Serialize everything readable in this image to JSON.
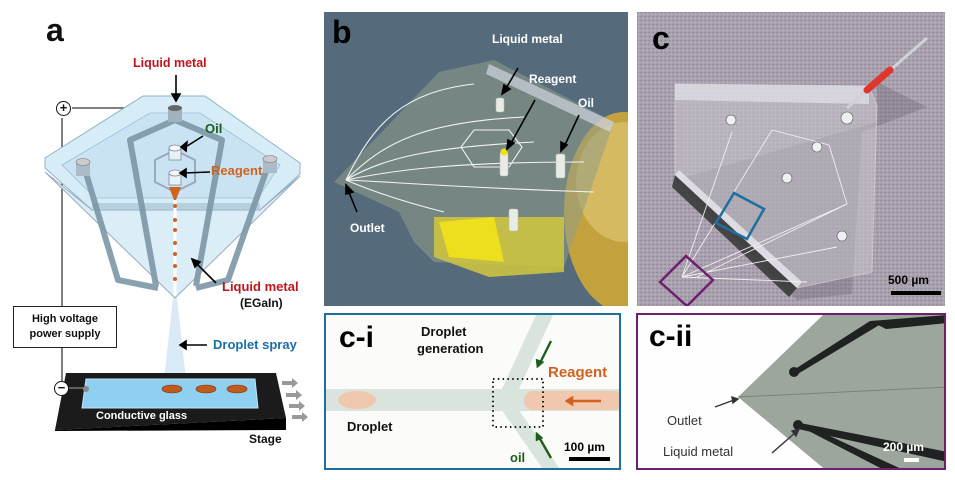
{
  "figure": {
    "panel_a": {
      "letter": "a",
      "labels": {
        "liquid_metal_top": "Liquid metal",
        "oil": "Oil",
        "reagent": "Reagent",
        "liquid_metal_bottom": "Liquid metal",
        "egain": "(EGaIn)",
        "power_supply_line1": "High voltage",
        "power_supply_line2": "power supply",
        "droplet_spray": "Droplet spray",
        "conductive_glass": "Conductive glass",
        "stage": "Stage",
        "plus_terminal": "+",
        "minus_terminal": "−"
      },
      "colors": {
        "liquid_metal": "#c0141c",
        "oil": "#1d5e1d",
        "reagent": "#d0621e",
        "droplet_spray": "#1a6fa5",
        "chip": "#cfe6f4",
        "stage": "#1b1b1b"
      }
    },
    "panel_b": {
      "letter": "b",
      "labels": {
        "liquid_metal": "Liquid metal",
        "reagent": "Reagent",
        "oil": "Oil",
        "outlet": "Outlet"
      },
      "background": "#556b7c"
    },
    "panel_c": {
      "letter": "c",
      "scale_bar": "500 µm",
      "inset_box_colors": {
        "c_i": "#1c6fa0",
        "c_ii": "#6e1f6e"
      }
    },
    "panel_ci": {
      "letter": "c-i",
      "labels": {
        "title_line1": "Droplet",
        "title_line2": "generation",
        "reagent": "Reagent",
        "droplet": "Droplet",
        "oil": "oil"
      },
      "scale_bar": "100 µm",
      "border_color": "#1c6fa0"
    },
    "panel_cii": {
      "letter": "c-ii",
      "labels": {
        "outlet": "Outlet",
        "liquid_metal": "Liquid metal"
      },
      "scale_bar": "200 µm",
      "border_color": "#6e1f6e"
    }
  }
}
